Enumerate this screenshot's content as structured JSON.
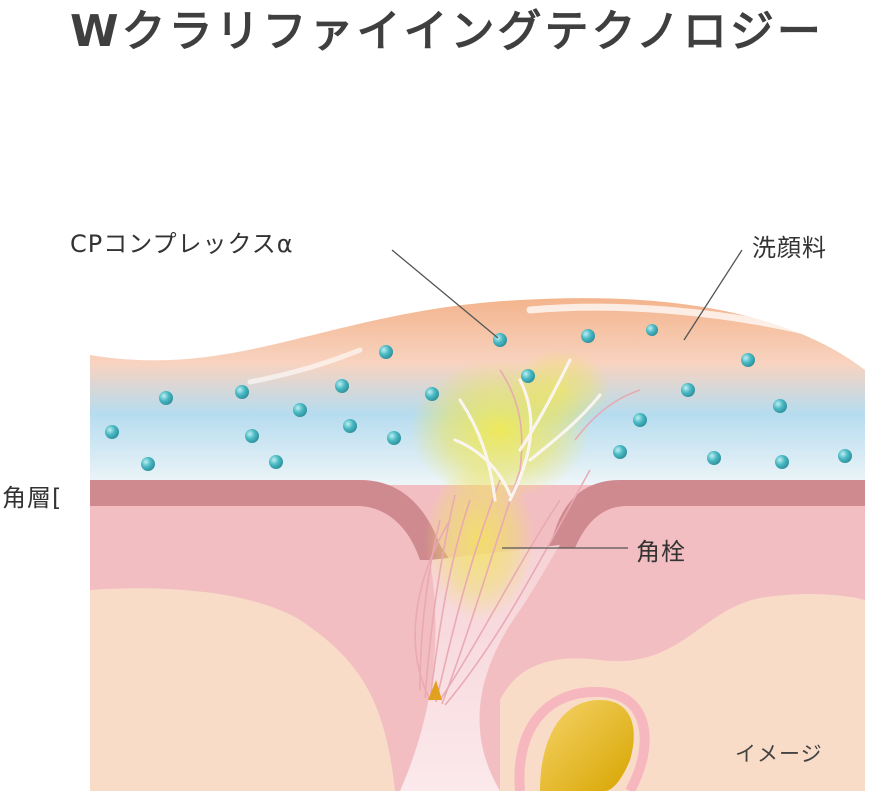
{
  "title": "Wクラリファイイングテクノロジー",
  "labels": {
    "cp_complex": "CPコンプレックスα",
    "face_wash": "洗顔料",
    "stratum_corneum": "角層[",
    "keratin_plug": "角栓",
    "image_note": "イメージ"
  },
  "colors": {
    "foam_top": "#f1b690",
    "foam_blue": "#a8d6ee",
    "particle": "#3fb5c0",
    "stratum": "#d08a90",
    "skin": "#f2bec2",
    "dermis": "#f8dcc8",
    "follicle_gland": "#e3b010"
  }
}
